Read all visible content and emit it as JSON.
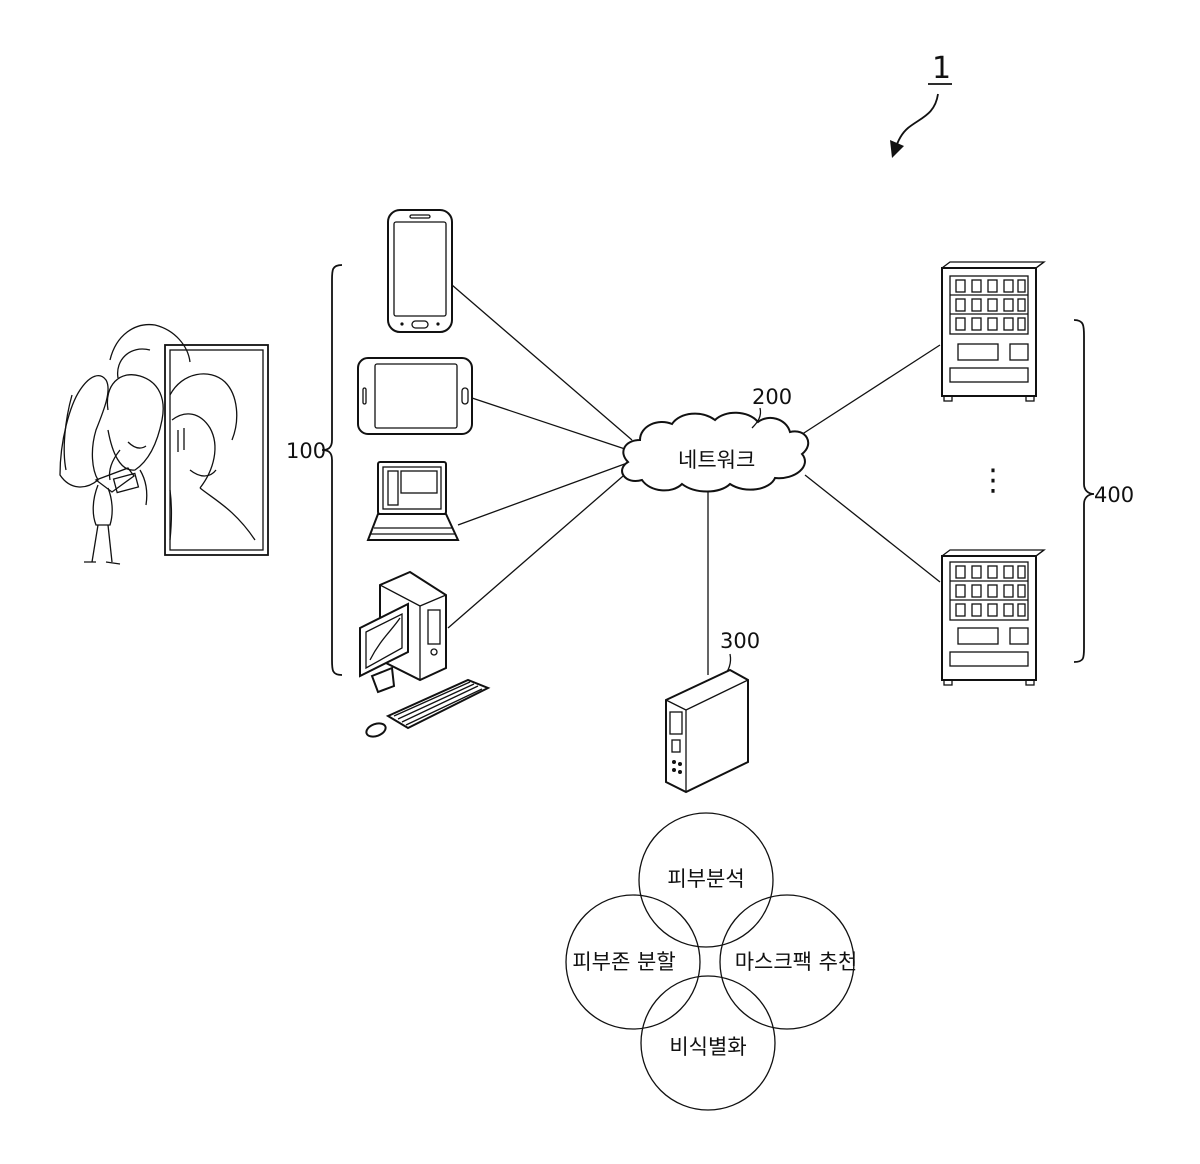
{
  "figure": {
    "system_ref": "1",
    "user_devices_ref": "100",
    "network_ref": "200",
    "network_label": "네트워크",
    "server_ref": "300",
    "vending_ref": "400",
    "vending_ellipsis": "⋮"
  },
  "features": [
    {
      "label": "피부분석"
    },
    {
      "label": "피부존 분할"
    },
    {
      "label": "마스크팩 추천"
    },
    {
      "label": "비식별화"
    }
  ],
  "icons": {
    "user": "woman-with-mirror-icon",
    "phone": "smartphone-icon",
    "tablet": "tablet-icon",
    "laptop": "laptop-icon",
    "desktop": "desktop-computer-icon",
    "cloud": "network-cloud-icon",
    "server": "server-tower-icon",
    "vending": "vending-machine-icon"
  }
}
